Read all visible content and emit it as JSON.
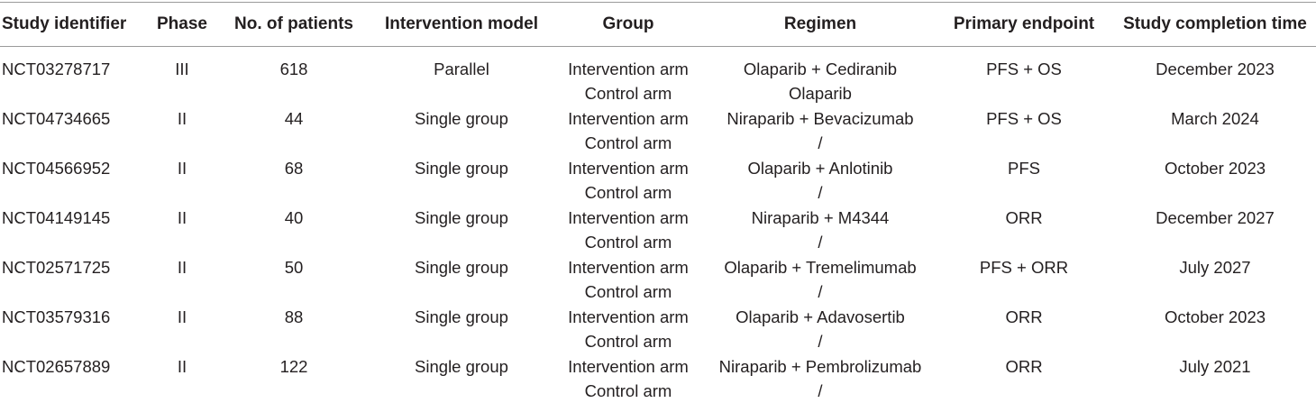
{
  "table": {
    "headers": {
      "study_identifier": "Study identifier",
      "phase": "Phase",
      "no_of_patients": "No. of patients",
      "intervention_model": "Intervention model",
      "group": "Group",
      "regimen": "Regimen",
      "primary_endpoint": "Primary endpoint",
      "study_completion_time": "Study completion time"
    },
    "rows": [
      {
        "id": "NCT03278717",
        "phase": "III",
        "patients": "618",
        "model": "Parallel",
        "group_a": "Intervention arm",
        "group_b": "Control arm",
        "regimen_a": "Olaparib + Cediranib",
        "regimen_b": "Olaparib",
        "endpoint": "PFS + OS",
        "completion": "December 2023"
      },
      {
        "id": "NCT04734665",
        "phase": "II",
        "patients": "44",
        "model": "Single group",
        "group_a": "Intervention arm",
        "group_b": "Control arm",
        "regimen_a": "Niraparib + Bevacizumab",
        "regimen_b": "/",
        "endpoint": "PFS + OS",
        "completion": "March 2024"
      },
      {
        "id": "NCT04566952",
        "phase": "II",
        "patients": "68",
        "model": "Single group",
        "group_a": "Intervention arm",
        "group_b": "Control arm",
        "regimen_a": "Olaparib + Anlotinib",
        "regimen_b": "/",
        "endpoint": "PFS",
        "completion": "October 2023"
      },
      {
        "id": "NCT04149145",
        "phase": "II",
        "patients": "40",
        "model": "Single group",
        "group_a": "Intervention arm",
        "group_b": "Control arm",
        "regimen_a": "Niraparib + M4344",
        "regimen_b": "/",
        "endpoint": "ORR",
        "completion": "December 2027"
      },
      {
        "id": "NCT02571725",
        "phase": "II",
        "patients": "50",
        "model": "Single group",
        "group_a": "Intervention arm",
        "group_b": "Control arm",
        "regimen_a": "Olaparib + Tremelimumab",
        "regimen_b": "/",
        "endpoint": "PFS + ORR",
        "completion": "July 2027"
      },
      {
        "id": "NCT03579316",
        "phase": "II",
        "patients": "88",
        "model": "Single group",
        "group_a": "Intervention arm",
        "group_b": "Control arm",
        "regimen_a": "Olaparib + Adavosertib",
        "regimen_b": "/",
        "endpoint": "ORR",
        "completion": "October 2023"
      },
      {
        "id": "NCT02657889",
        "phase": "II",
        "patients": "122",
        "model": "Single group",
        "group_a": "Intervention arm",
        "group_b": "Control arm",
        "regimen_a": "Niraparib + Pembrolizumab",
        "regimen_b": "/",
        "endpoint": "ORR",
        "completion": "July 2021"
      }
    ]
  }
}
